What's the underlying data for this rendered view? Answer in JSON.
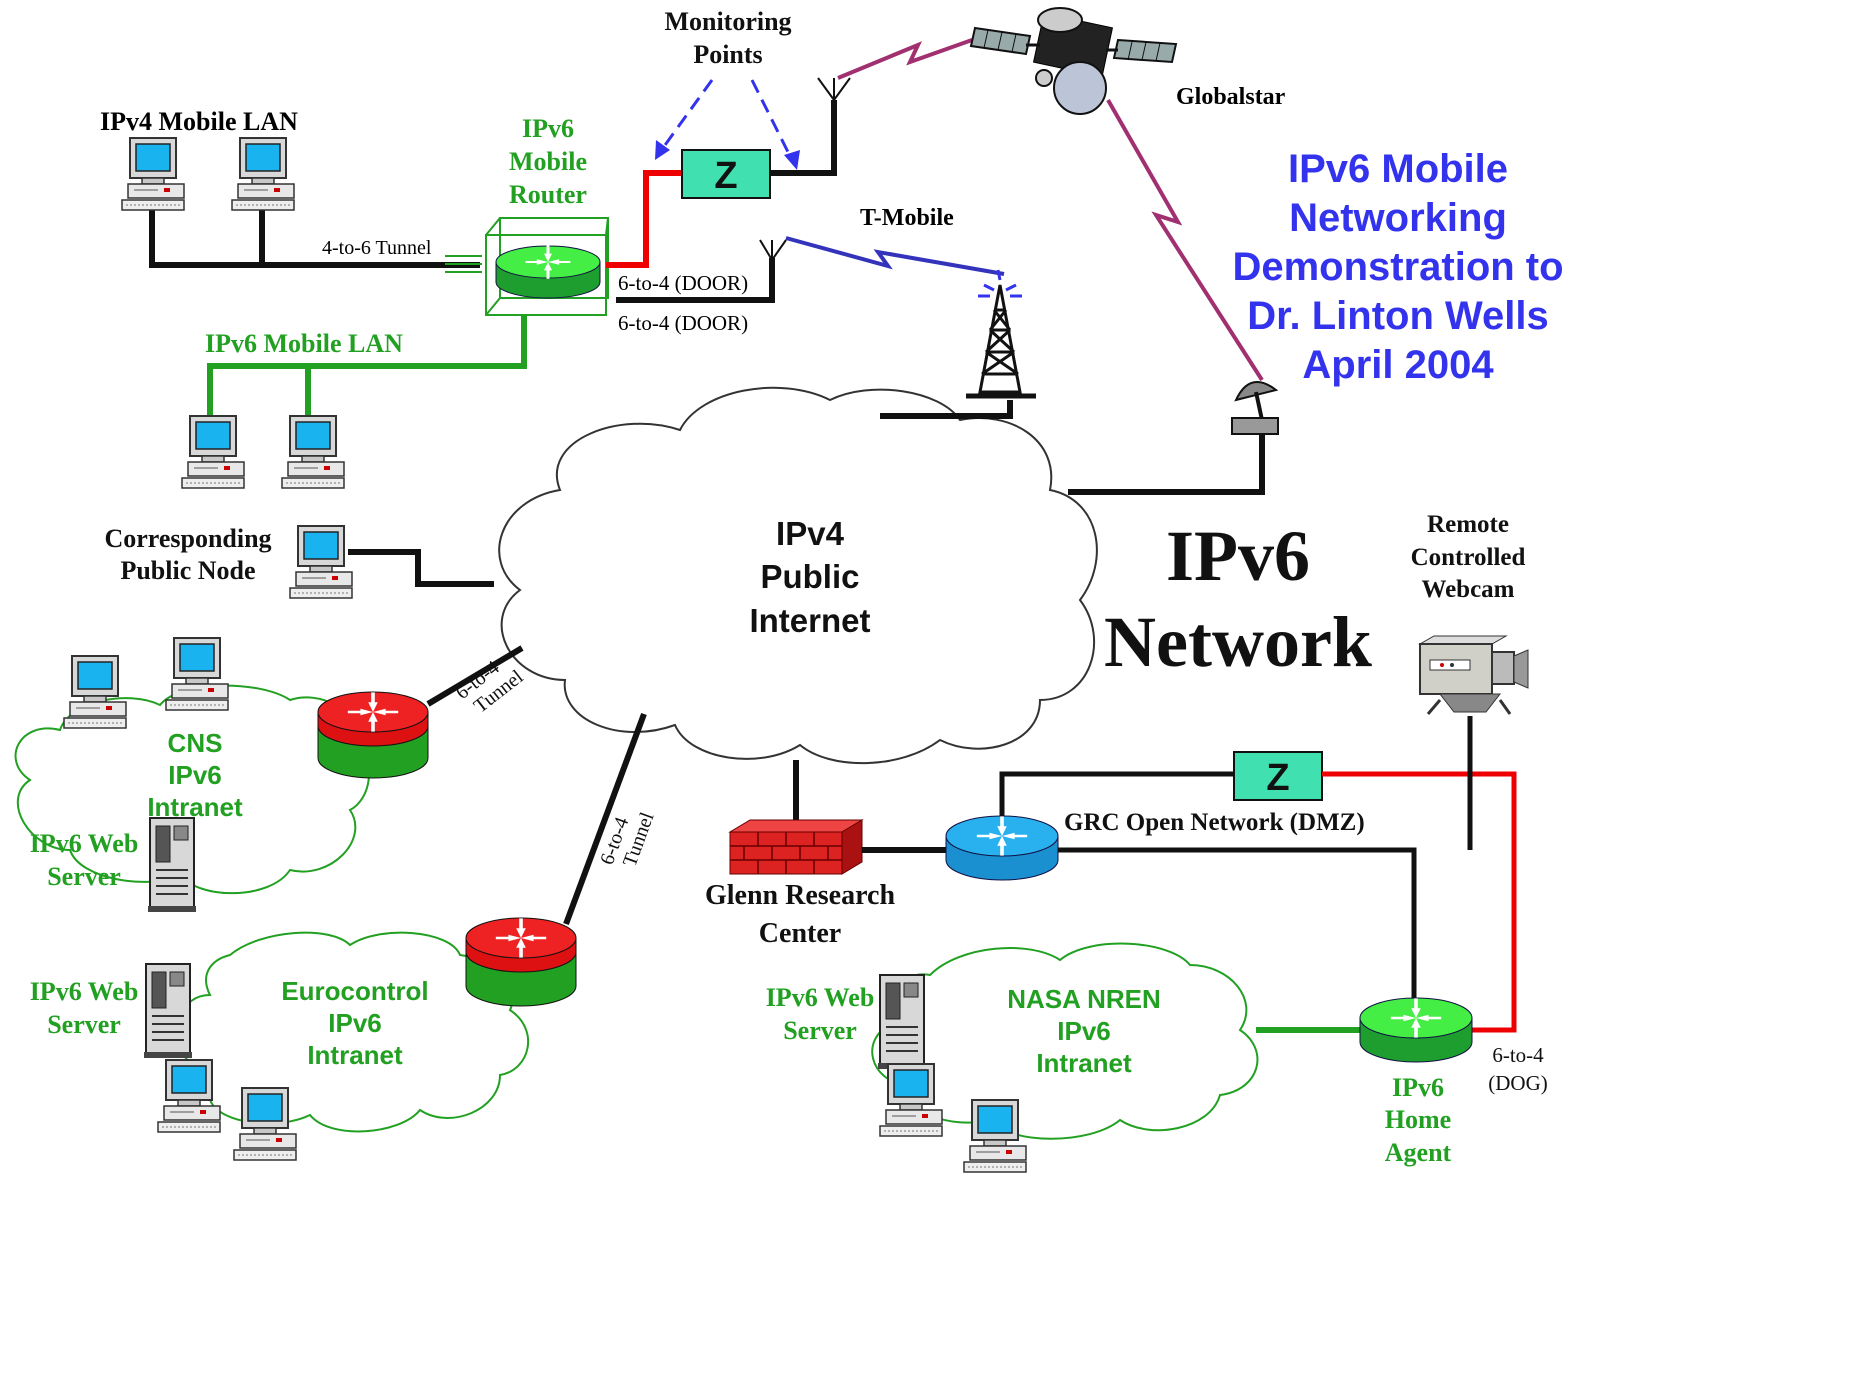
{
  "title": {
    "lines": [
      "IPv6 Mobile",
      "Networking",
      "Demonstration to",
      "Dr. Linton Wells",
      "April 2004"
    ],
    "color": "#3333ee"
  },
  "network_label": {
    "line1": "IPv6",
    "line2": "Network"
  },
  "internet": {
    "line1": "IPv4",
    "line2": "Public",
    "line3": "Internet"
  },
  "labels": {
    "monitoring_points": [
      "Monitoring",
      "Points"
    ],
    "globalstar": "Globalstar",
    "tmobile": "T-Mobile",
    "ipv4_mobile_lan": "IPv4 Mobile LAN",
    "ipv6_mobile_router": [
      "IPv6",
      "Mobile",
      "Router"
    ],
    "tunnel_4to6": "4-to-6 Tunnel",
    "door_top": "6-to-4 (DOOR)",
    "door_bottom": "6-to-4 (DOOR)",
    "ipv6_mobile_lan": "IPv6 Mobile LAN",
    "corresponding": [
      "Corresponding",
      "Public Node"
    ],
    "cns": [
      "CNS",
      "IPv6",
      "Intranet"
    ],
    "web_server_cns": [
      "IPv6 Web",
      "Server"
    ],
    "tunnel_cns": [
      "6-to-4",
      "Tunnel"
    ],
    "tunnel_euro": [
      "6-to-4",
      "Tunnel"
    ],
    "eurocontrol": [
      "Eurocontrol",
      "IPv6",
      "Intranet"
    ],
    "web_server_euro": [
      "IPv6 Web",
      "Server"
    ],
    "glenn": [
      "Glenn Research",
      "Center"
    ],
    "grc_open": "GRC Open Network  (DMZ)",
    "webcam": [
      "Remote",
      "Controlled",
      "Webcam"
    ],
    "nren": [
      "NASA NREN",
      "IPv6",
      "Intranet"
    ],
    "web_server_nren": [
      "IPv6 Web",
      "Server"
    ],
    "home_agent": [
      "IPv6",
      "Home",
      "Agent"
    ],
    "dog": [
      "6-to-4",
      "(DOG)"
    ],
    "z_box": "Z"
  },
  "colors": {
    "green_text": "#22a022",
    "green_line": "#22a022",
    "red_line": "#ee0000",
    "purple_link": "#a03070",
    "blue_link": "#3333bb",
    "z_fill": "#40e0b0"
  }
}
